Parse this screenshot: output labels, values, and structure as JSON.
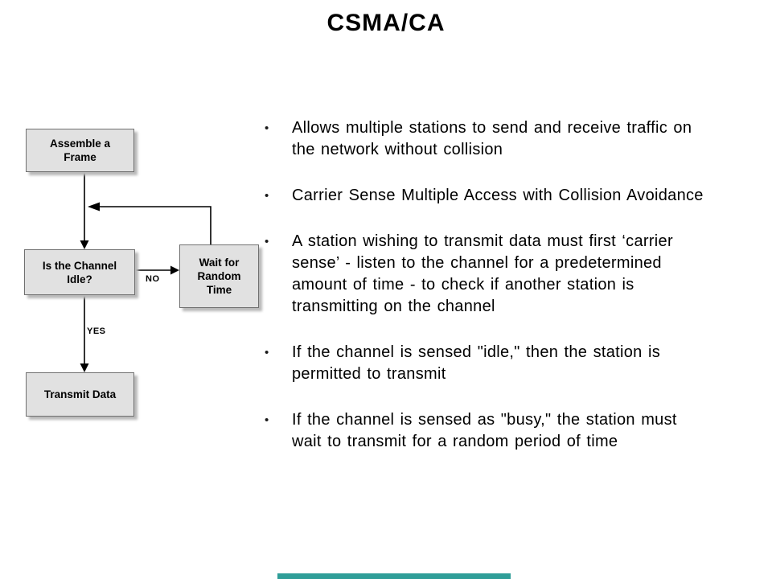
{
  "title": "CSMA/CA",
  "flowchart": {
    "boxes": {
      "assemble": {
        "lines": [
          "Assemble a",
          "Frame"
        ]
      },
      "channel": {
        "lines": [
          "Is the Channel",
          "Idle?"
        ]
      },
      "wait": {
        "lines": [
          "Wait for",
          "Random",
          "Time"
        ]
      },
      "transmit": {
        "lines": [
          "Transmit Data"
        ]
      }
    },
    "labels": {
      "no": "NO",
      "yes": "YES"
    }
  },
  "bullets": {
    "marker": "•",
    "items": [
      {
        "lines": [
          "Allows multiple stations to send and receive traffic on",
          "the network without collision"
        ]
      },
      {
        "lines": [
          "Carrier Sense Multiple Access with Collision Avoidance"
        ]
      },
      {
        "lines": [
          "A station wishing to transmit data must first ‘carrier",
          "sense’ - listen to the channel for a predetermined",
          "amount of time - to check if another station is",
          "transmitting on the channel"
        ]
      },
      {
        "lines": [
          "If the channel is sensed \"idle,\" then the station is",
          "permitted to transmit"
        ]
      },
      {
        "lines": [
          "If the channel is sensed as \"busy,\" the station must",
          "wait to transmit for a random period of time"
        ]
      }
    ]
  },
  "colors": {
    "box_fill": "#e1e1e1",
    "box_border": "#707070",
    "box_shadow": "#b9b9b9",
    "connector": "#000000",
    "text": "#000000",
    "footer_bar": "#2f9e98"
  }
}
